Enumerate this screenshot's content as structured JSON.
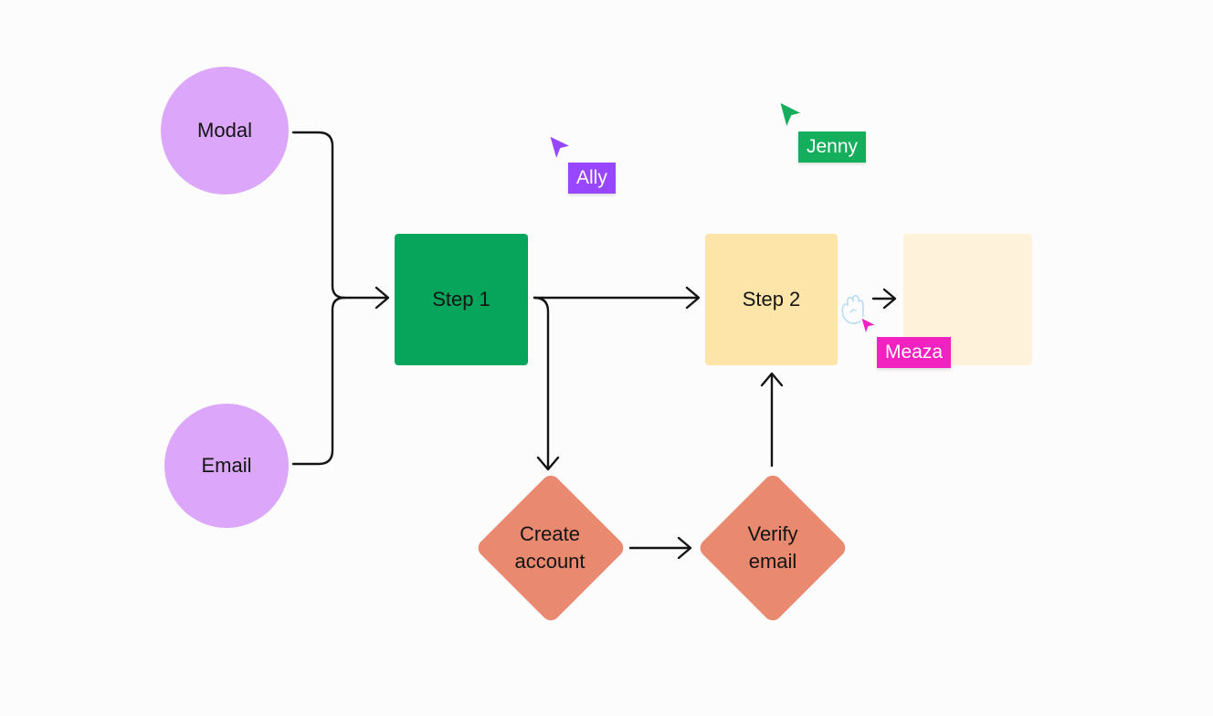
{
  "nodes": {
    "modal": {
      "label": "Modal",
      "color": "#DCA6FB"
    },
    "email": {
      "label": "Email",
      "color": "#DCA6FB"
    },
    "step1": {
      "label": "Step 1",
      "color": "#07A55B"
    },
    "step2": {
      "label": "Step 2",
      "color": "#FDE4A9"
    },
    "placeholder": {
      "label": "",
      "color": "#FFF2DB"
    },
    "create_account": {
      "line1": "Create",
      "line2": "account",
      "color": "#E98A70"
    },
    "verify_email": {
      "line1": "Verify",
      "line2": "email",
      "color": "#E98A70"
    }
  },
  "collaborators": [
    {
      "name": "Ally",
      "color": "#9747FF"
    },
    {
      "name": "Jenny",
      "color": "#14AE5C"
    },
    {
      "name": "Meaza",
      "color": "#F222C0"
    }
  ],
  "colors": {
    "connector": "#141414",
    "canvas": "#FCFCFC"
  },
  "icons": {
    "cursor": "pointer-arrow-icon",
    "hand": "hand-cursor-icon"
  }
}
